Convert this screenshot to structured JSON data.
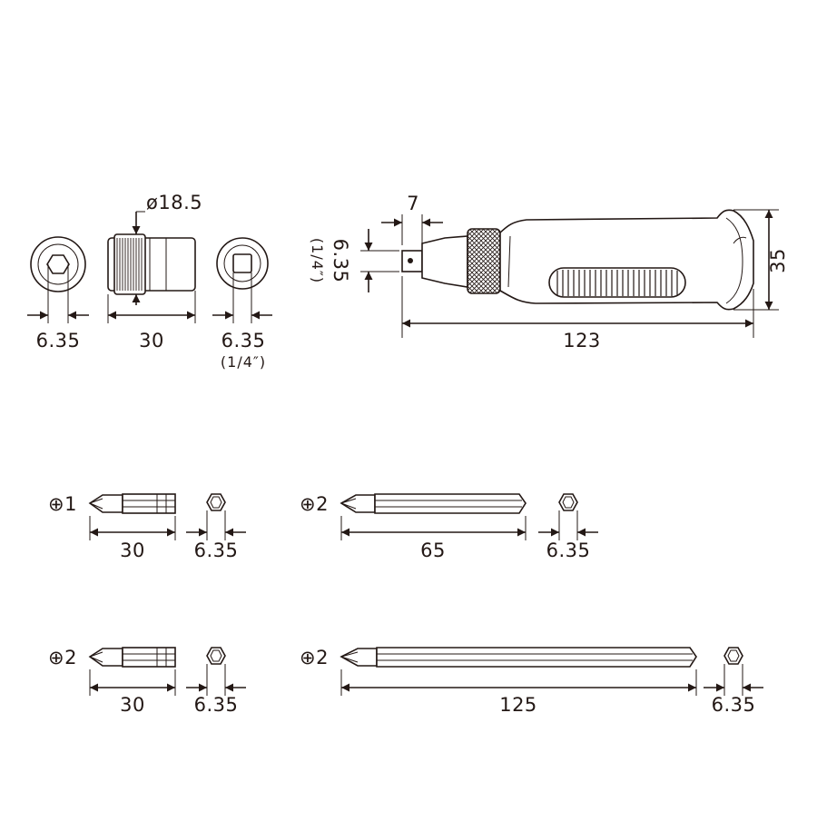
{
  "adapter": {
    "left_hex_label": "6.35",
    "length_label": "30",
    "diameter_label": "ø18.5",
    "right_square_label": "6.35",
    "right_square_inch_label": "(1/4″)"
  },
  "handle": {
    "tip_width_label": "7",
    "square_label": "6.35",
    "square_inch_label": "(1/4″)",
    "height_label": "35",
    "length_label": "123"
  },
  "bits": [
    {
      "type_label": "⊕1",
      "length_label": "30",
      "hex_label": "6.35"
    },
    {
      "type_label": "⊕2",
      "length_label": "65",
      "hex_label": "6.35"
    },
    {
      "type_label": "⊕2",
      "length_label": "30",
      "hex_label": "6.35"
    },
    {
      "type_label": "⊕2",
      "length_label": "125",
      "hex_label": "6.35"
    }
  ],
  "colors": {
    "line": "#231815",
    "background": "#ffffff"
  }
}
